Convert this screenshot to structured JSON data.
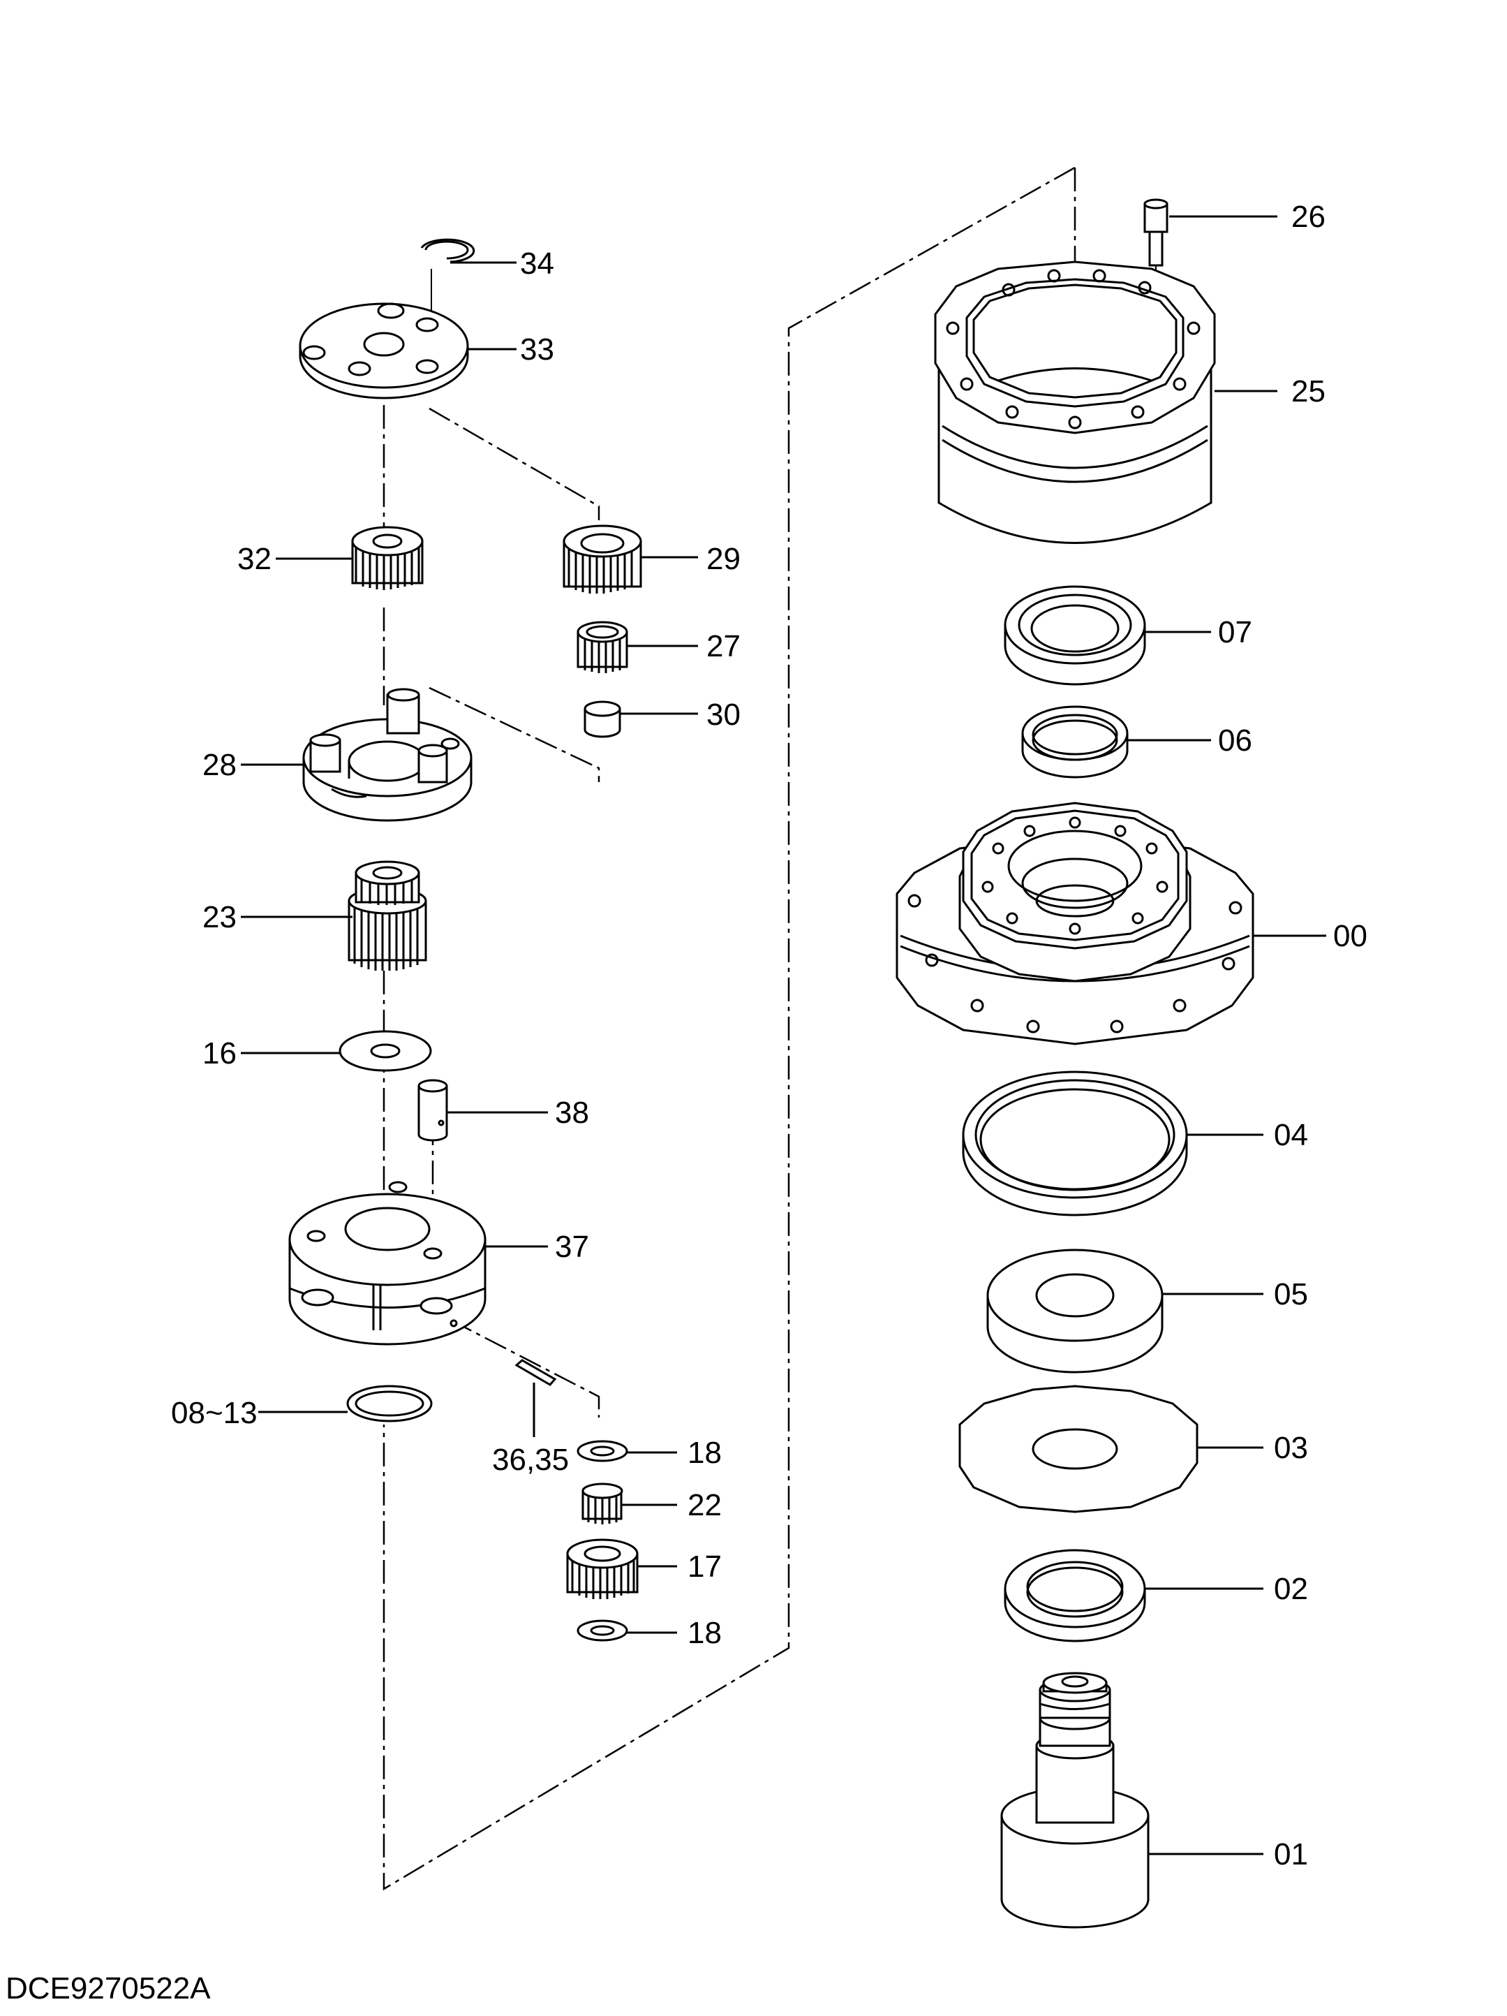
{
  "diagram": {
    "drawing_number": "DCE9270522A",
    "callouts": [
      {
        "id": "c26",
        "label": "26"
      },
      {
        "id": "c34",
        "label": "34"
      },
      {
        "id": "c33",
        "label": "33"
      },
      {
        "id": "c25",
        "label": "25"
      },
      {
        "id": "c32",
        "label": "32"
      },
      {
        "id": "c29",
        "label": "29"
      },
      {
        "id": "c27",
        "label": "27"
      },
      {
        "id": "c07",
        "label": "07"
      },
      {
        "id": "c30",
        "label": "30"
      },
      {
        "id": "c06",
        "label": "06"
      },
      {
        "id": "c28",
        "label": "28"
      },
      {
        "id": "c23",
        "label": "23"
      },
      {
        "id": "c00",
        "label": "00"
      },
      {
        "id": "c16",
        "label": "16"
      },
      {
        "id": "c38",
        "label": "38"
      },
      {
        "id": "c04",
        "label": "04"
      },
      {
        "id": "c37",
        "label": "37"
      },
      {
        "id": "c05",
        "label": "05"
      },
      {
        "id": "c0813",
        "label": "08~13"
      },
      {
        "id": "c18a",
        "label": "18"
      },
      {
        "id": "c3635",
        "label": "36,35"
      },
      {
        "id": "c03",
        "label": "03"
      },
      {
        "id": "c22",
        "label": "22"
      },
      {
        "id": "c17",
        "label": "17"
      },
      {
        "id": "c02",
        "label": "02"
      },
      {
        "id": "c18b",
        "label": "18"
      },
      {
        "id": "c01",
        "label": "01"
      }
    ]
  }
}
